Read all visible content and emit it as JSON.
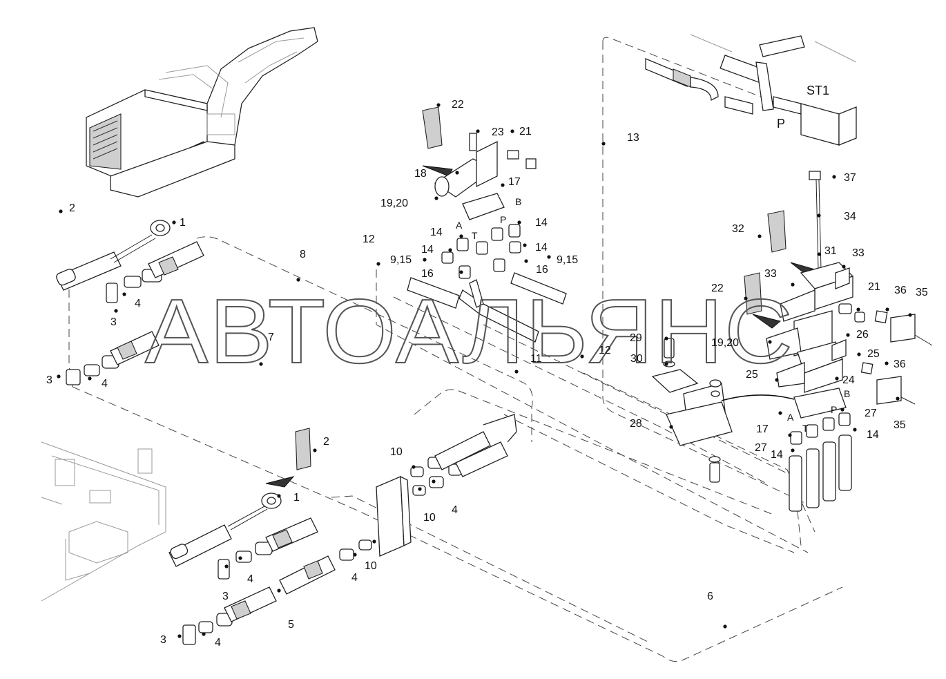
{
  "watermark": "АВТОАЛЬЯНС",
  "header_labels": [
    {
      "id": "st1",
      "text": "ST1"
    },
    {
      "id": "p",
      "text": "P"
    }
  ],
  "port_letters": [
    "A",
    "T",
    "B",
    "P",
    "A",
    "T",
    "B",
    "P"
  ],
  "callouts": [
    "1",
    "2",
    "3",
    "4",
    "3",
    "4",
    "7",
    "8",
    "12",
    "9,15",
    "14",
    "14",
    "14",
    "14",
    "16",
    "16",
    "9,15",
    "17",
    "18",
    "19,20",
    "21",
    "22",
    "23",
    "13",
    "11",
    "12",
    "37",
    "34",
    "32",
    "31",
    "33",
    "33",
    "22",
    "21",
    "36",
    "35",
    "19,20",
    "26",
    "25",
    "25",
    "24",
    "36",
    "35",
    "29",
    "30",
    "28",
    "17",
    "27",
    "27",
    "14",
    "14",
    "2",
    "1",
    "3",
    "4",
    "3",
    "4",
    "5",
    "10",
    "10",
    "10",
    "4",
    "4",
    "6"
  ]
}
